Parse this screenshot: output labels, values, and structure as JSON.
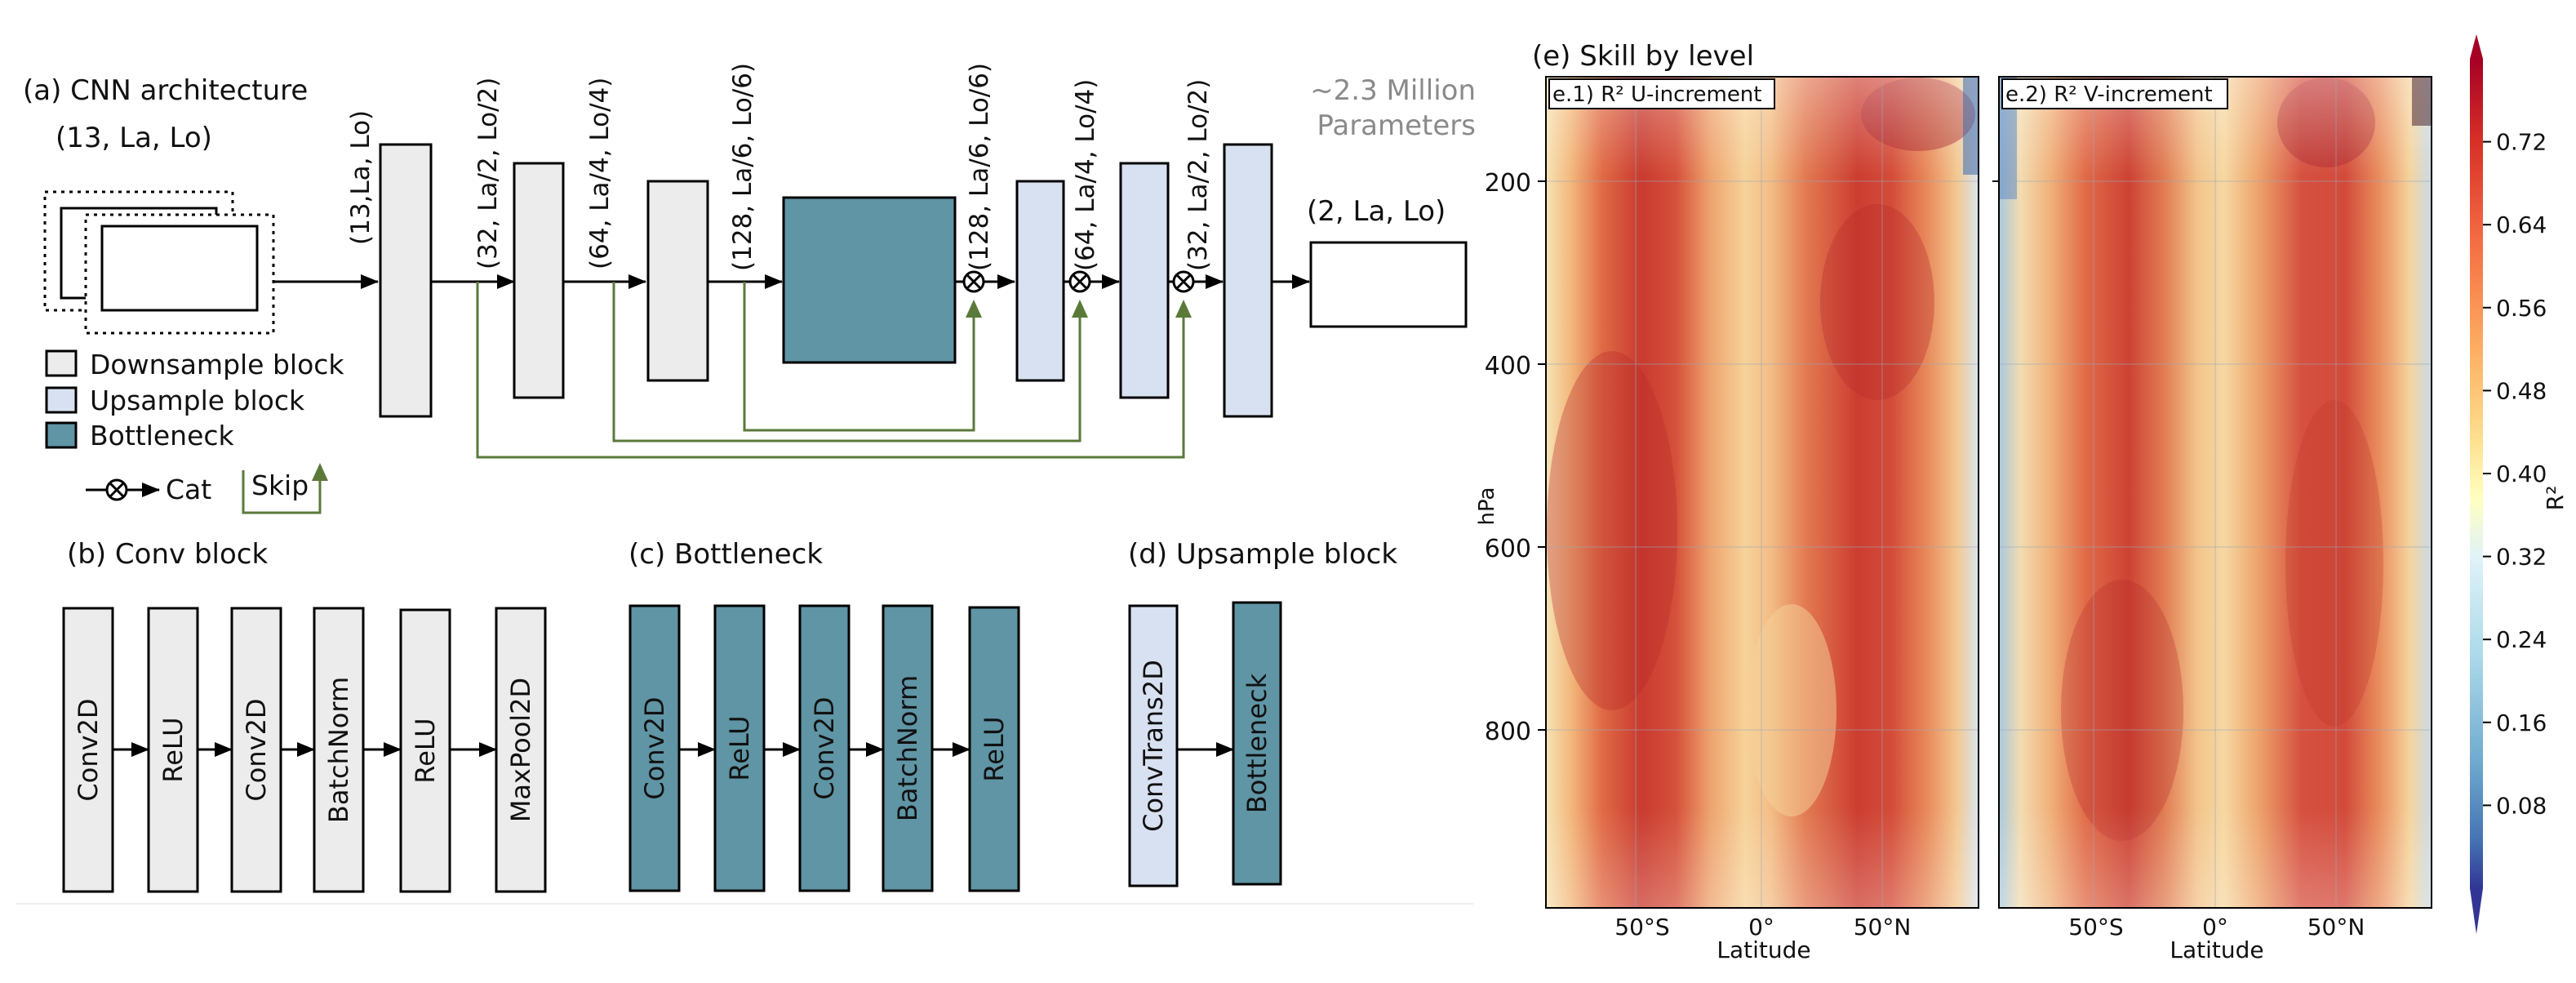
{
  "panel_a": {
    "title": "(a) CNN architecture",
    "input_shape": "(13, La, Lo)",
    "params_line1": "~2.3 Million",
    "params_line2": "Parameters",
    "output_shape": "(2, La, Lo)",
    "stage_labels": [
      "(13,La, Lo)",
      "(32, La/2, Lo/2)",
      "(64, La/4, Lo/4)",
      "(128, La/6, Lo/6)",
      "(128, La/6, Lo/6)",
      "(64, La/4, Lo/4)",
      "(32, La/2, Lo/2)"
    ],
    "legend": {
      "downsample": "Downsample block",
      "upsample": "Upsample block",
      "bottleneck": "Bottleneck",
      "cat": "Cat",
      "skip": "Skip"
    }
  },
  "panel_b": {
    "title": "(b) Conv block",
    "layers": [
      "Conv2D",
      "ReLU",
      "Conv2D",
      "BatchNorm",
      "ReLU",
      "MaxPool2D"
    ]
  },
  "panel_c": {
    "title": "(c) Bottleneck",
    "layers": [
      "Conv2D",
      "ReLU",
      "Conv2D",
      "BatchNorm",
      "ReLU"
    ]
  },
  "panel_d": {
    "title": "(d) Upsample block",
    "layers": [
      "ConvTrans2D",
      "Bottleneck"
    ]
  },
  "panel_e": {
    "title": "(e) Skill by level",
    "subplot1": "e.1) R² U-increment",
    "subplot2": "e.2) R² V-increment",
    "ylabel": "hPa",
    "xlabel": "Latitude",
    "yticks": [
      "200",
      "400",
      "600",
      "800"
    ],
    "xticks": [
      "50°S",
      "0°",
      "50°N"
    ],
    "colorbar_label": "R²",
    "colorbar_ticks": [
      "0.72",
      "0.64",
      "0.56",
      "0.48",
      "0.40",
      "0.32",
      "0.24",
      "0.16",
      "0.08"
    ]
  },
  "colors": {
    "downsample": "#ececec",
    "upsample": "#d8e1f1",
    "bottleneck": "#5f95a5",
    "skip": "#5a7a3a",
    "heat_high": "#c0392b",
    "heat_mid": "#f6c07a",
    "heat_low": "#3b4ba0"
  }
}
